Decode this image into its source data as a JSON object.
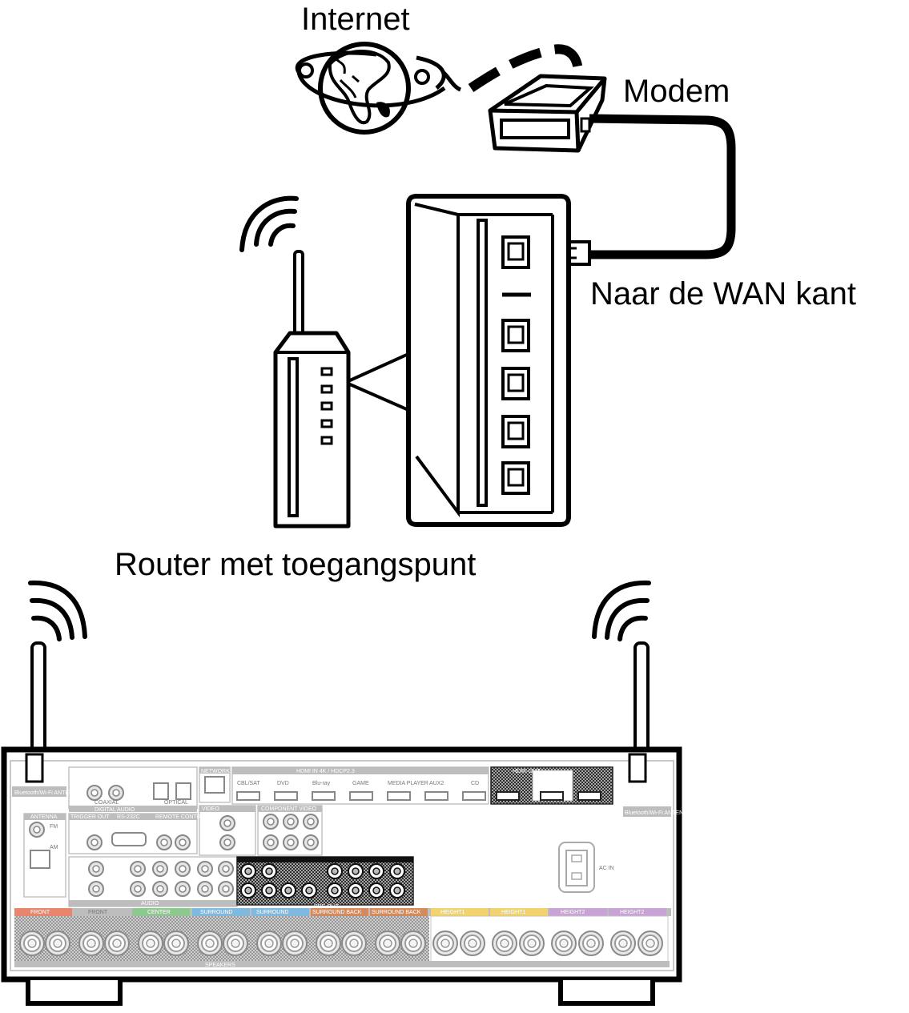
{
  "labels": {
    "internet": "Internet",
    "modem": "Modem",
    "wan_side": "Naar de WAN kant",
    "router": "Router met toegangspunt"
  },
  "receiver": {
    "antenna_label_left": "Bluetooth/Wi-Fi ANTENNA",
    "antenna_label_right": "Bluetooth/Wi-Fi ANTENNA",
    "network": "NETWORK",
    "hdmi_in": "HDMI IN  4K / HDCP2.3",
    "hdmi_out": "HDMI OUT",
    "hdmi_inputs": [
      "CBL/SAT",
      "DVD",
      "Blu-ray",
      "GAME",
      "MEDIA PLAYER",
      "AUX2",
      "CD"
    ],
    "digital_audio": "DIGITAL AUDIO",
    "coaxial": "COAXIAL",
    "optical": "OPTICAL",
    "antenna": "ANTENNA",
    "fm": "FM",
    "am": "AM",
    "trigger_out": "TRIGGER OUT",
    "rs232c": "RS-232C",
    "remote_control": "REMOTE CONTROL",
    "video": "VIDEO",
    "component_video": "COMPONENT VIDEO",
    "audio": "AUDIO",
    "pre_out": "PRE OUT",
    "ac_in": "AC IN",
    "speakers": "SPEAKERS",
    "speaker_sections": [
      "FRONT",
      "FRONT",
      "CENTER",
      "SURROUND",
      "SURROUND",
      "SURROUND BACK",
      "SURROUND BACK",
      "HEIGHT1",
      "HEIGHT1",
      "HEIGHT2",
      "HEIGHT2"
    ]
  },
  "colors": {
    "ink": "#000000",
    "panel_gray": "#bdbdbd",
    "front": "#e8856d",
    "center": "#8cc98f",
    "surround": "#7fb9e0",
    "surround_back": "#d68a5c",
    "height1": "#f2d36f",
    "height2": "#c7a3d6"
  }
}
